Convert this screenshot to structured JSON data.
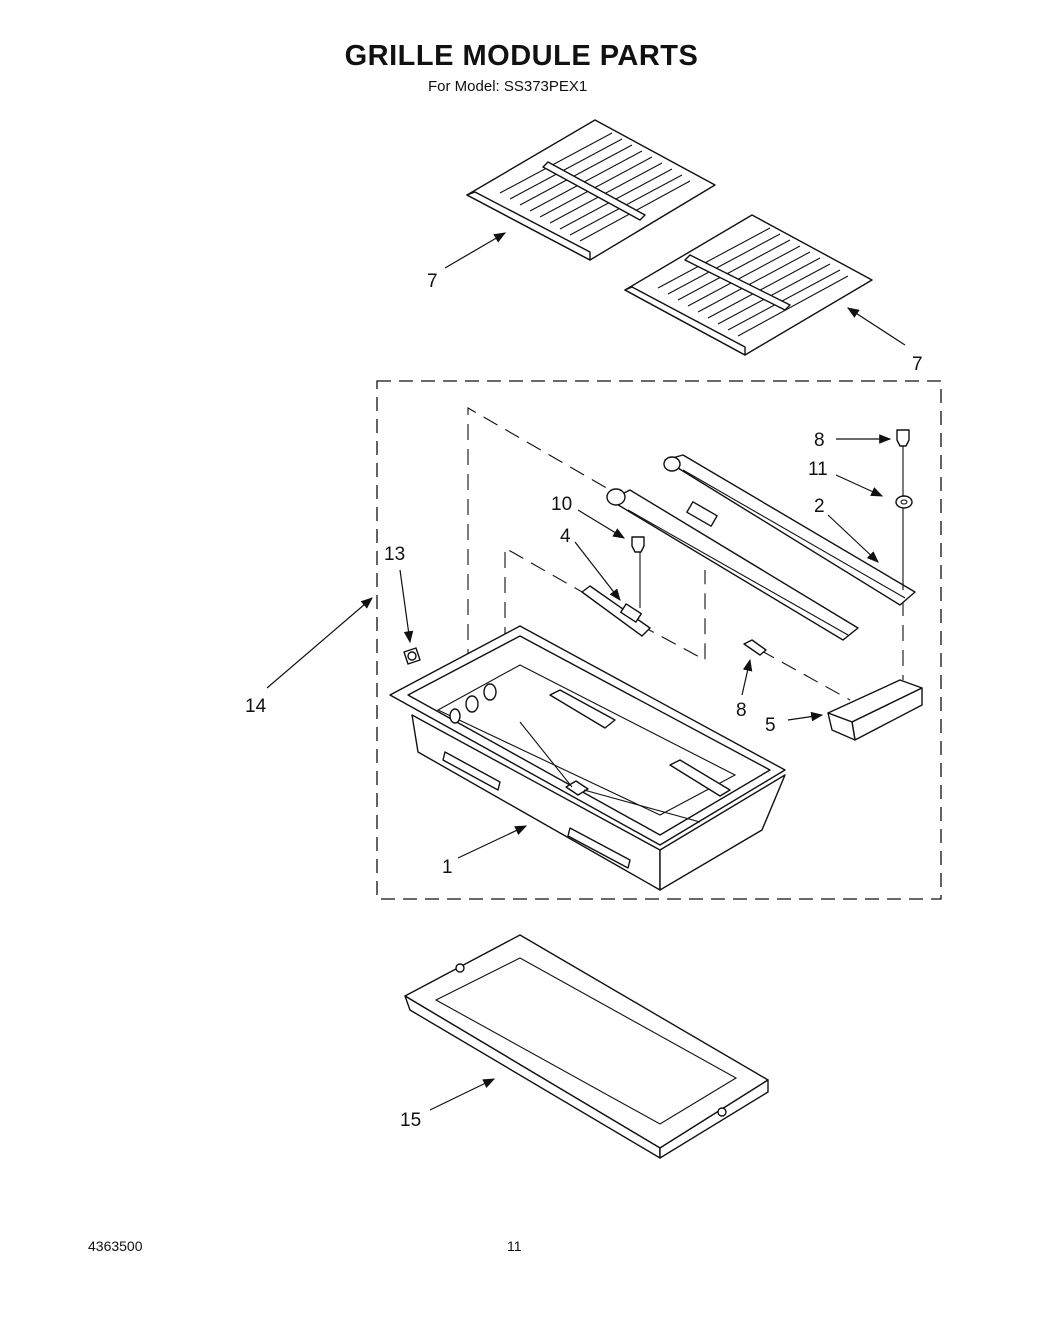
{
  "header": {
    "title": "GRILLE MODULE PARTS",
    "subtitle": "For Model: SS373PEX1"
  },
  "footer": {
    "doc_number": "4363500",
    "page_number": "11"
  },
  "callouts": [
    "7",
    "7",
    "8",
    "11",
    "2",
    "10",
    "4",
    "13",
    "14",
    "8",
    "5",
    "1",
    "15"
  ]
}
